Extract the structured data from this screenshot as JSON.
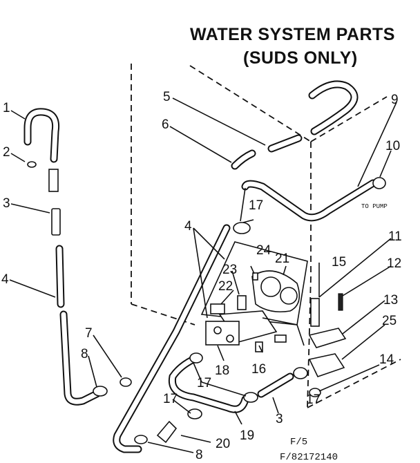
{
  "title": {
    "line1": "WATER SYSTEM PARTS",
    "line2": "(SUDS ONLY)"
  },
  "callouts": [
    "1",
    "2",
    "3",
    "4",
    "4",
    "5",
    "6",
    "7",
    "8",
    "8",
    "9",
    "10",
    "11",
    "12",
    "13",
    "14",
    "15",
    "16",
    "17",
    "17",
    "17",
    "17",
    "17",
    "18",
    "19",
    "20",
    "21",
    "22",
    "23",
    "24",
    "25",
    "3"
  ],
  "labels": {
    "to_pump": "TO PUMP",
    "page": "F/5",
    "figure_number": "F/82172140"
  }
}
